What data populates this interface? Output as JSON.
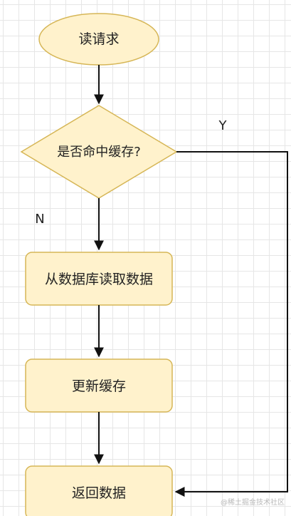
{
  "diagram": {
    "nodes": {
      "start": "读请求",
      "decision": "是否命中缓存?",
      "read_db": "从数据库读取数据",
      "update_cache": "更新缓存",
      "return": "返回数据"
    },
    "edge_labels": {
      "yes": "Y",
      "no": "N"
    }
  },
  "watermark": "@稀土掘金技术社区",
  "colors": {
    "node_fill": "#fff2cc",
    "node_stroke": "#d6b656",
    "edge": "#111111",
    "grid": "#e6e6e6"
  }
}
